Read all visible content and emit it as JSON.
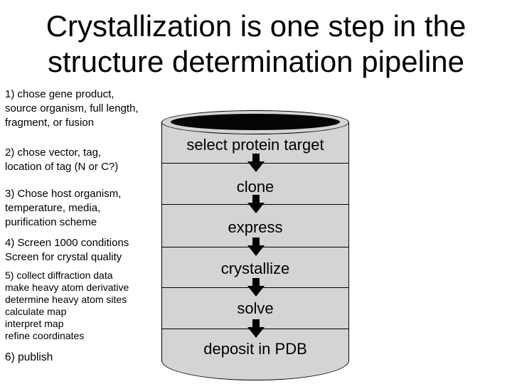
{
  "slide": {
    "title": "Crystallization is one step in the\nstructure determination pipeline"
  },
  "steps": [
    {
      "text": "1) chose gene product,\nsource organism, full length,\nfragment, or fusion"
    },
    {
      "text": "2) chose vector, tag,\nlocation of tag (N or C?)"
    },
    {
      "text": "3) Chose host organism,\ntemperature, media,\npurification scheme"
    },
    {
      "text": "4) Screen 1000 conditions\nScreen for crystal quality"
    },
    {
      "text": "5) collect diffraction data\nmake heavy atom derivative\ndetermine heavy atom sites\ncalculate map\ninterpret map\nrefine coordinates"
    },
    {
      "text": "6) publish"
    }
  ],
  "pipeline": {
    "stages": [
      {
        "label": "select protein target"
      },
      {
        "label": "clone"
      },
      {
        "label": "express"
      },
      {
        "label": "crystallize"
      },
      {
        "label": "solve"
      },
      {
        "label": "deposit in PDB"
      }
    ],
    "colors": {
      "cylinder_body": "#d4d4d4",
      "cylinder_opening": "#050505",
      "outline": "#000000",
      "arrow": "#000000",
      "background": "#ffffff",
      "text": "#000000"
    }
  }
}
